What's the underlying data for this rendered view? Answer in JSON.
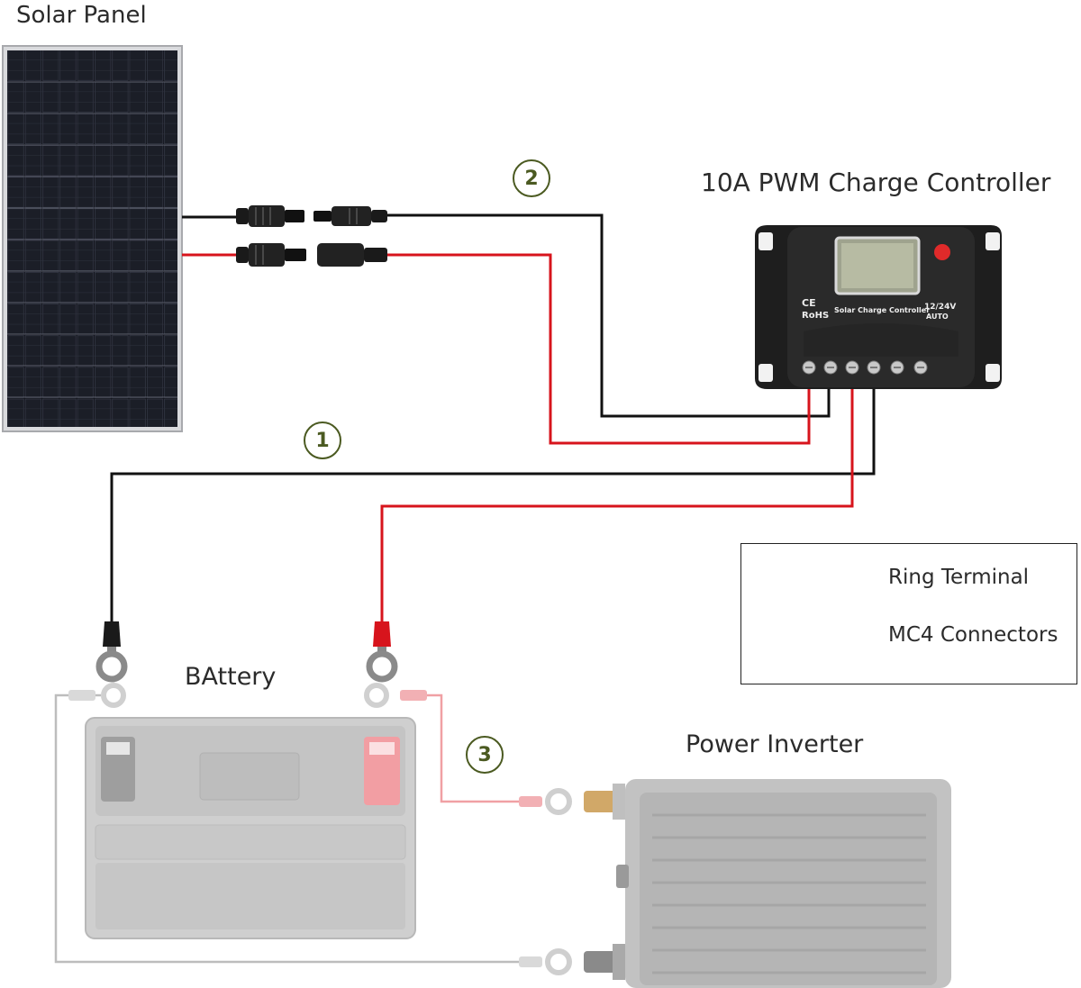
{
  "labels": {
    "solar_panel": "Solar Panel",
    "controller": "10A PWM Charge Controller",
    "battery": "BAttery",
    "inverter": "Power Inverter"
  },
  "steps": [
    "1",
    "2",
    "3"
  ],
  "controller_face": {
    "ce": "CE",
    "rohs": "RoHS",
    "name": "Solar Charge Controller",
    "voltage": "12/24V",
    "mode": "AUTO"
  },
  "legend": {
    "ring_terminal": "Ring Terminal",
    "mc4_connectors": "MC4 Connectors"
  },
  "colors": {
    "positive_wire": "#d7141c",
    "negative_wire": "#111111",
    "step_circle": "#4b5a21",
    "faded_wire_positive": "#f0a0a4",
    "faded_wire_negative": "#bdbdbd"
  }
}
